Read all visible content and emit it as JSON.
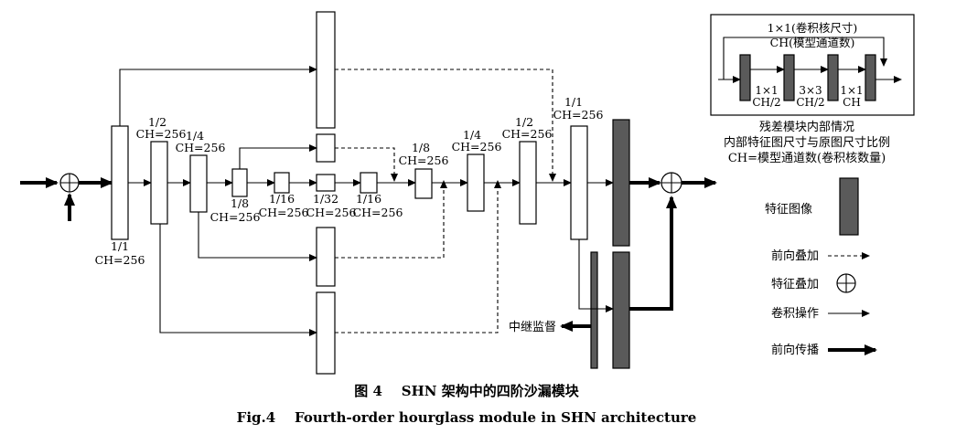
{
  "blocks": {
    "b1": {
      "scale": "1/1",
      "ch": "CH=256"
    },
    "b2": {
      "scale": "1/2",
      "ch": "CH=256"
    },
    "b3": {
      "scale": "1/4",
      "ch": "CH=256"
    },
    "b4": {
      "scale": "1/8",
      "ch": "CH=256"
    },
    "b5": {
      "scale": "1/16",
      "ch": "CH=256"
    },
    "b6": {
      "scale": "1/32",
      "ch": "CH=256"
    },
    "b7": {
      "scale": "1/16",
      "ch": "CH=256"
    },
    "b8": {
      "scale": "1/8",
      "ch": "CH=256"
    },
    "b9": {
      "scale": "1/4",
      "ch": "CH=256"
    },
    "b10": {
      "scale": "1/2",
      "ch": "CH=256"
    },
    "b11": {
      "scale": "1/1",
      "ch": "CH=256"
    }
  },
  "relay_label": "中继监督",
  "inset": {
    "kernel_label": "1×1(卷积核尺寸)",
    "channel_label": "CH(模型通道数)",
    "conv1_size": "1×1",
    "conv1_ch": "CH/2",
    "conv2_size": "3×3",
    "conv2_ch": "CH/2",
    "conv3_size": "1×1",
    "conv3_ch": "CH",
    "caption_line1": "残差模块内部情况",
    "caption_line2": "内部特征图尺寸与原图尺寸比例",
    "caption_line3": "CH=模型通道数(卷积核数量)"
  },
  "legend": {
    "feature_map": "特征图像",
    "forward_add": "前向叠加",
    "feature_add": "特征叠加",
    "conv_op": "卷积操作",
    "forward_prop": "前向传播"
  },
  "caption": {
    "cn": "图 4    SHN 架构中的四阶沙漏模块",
    "en": "Fig.4    Fourth-order hourglass module in SHN architecture"
  }
}
